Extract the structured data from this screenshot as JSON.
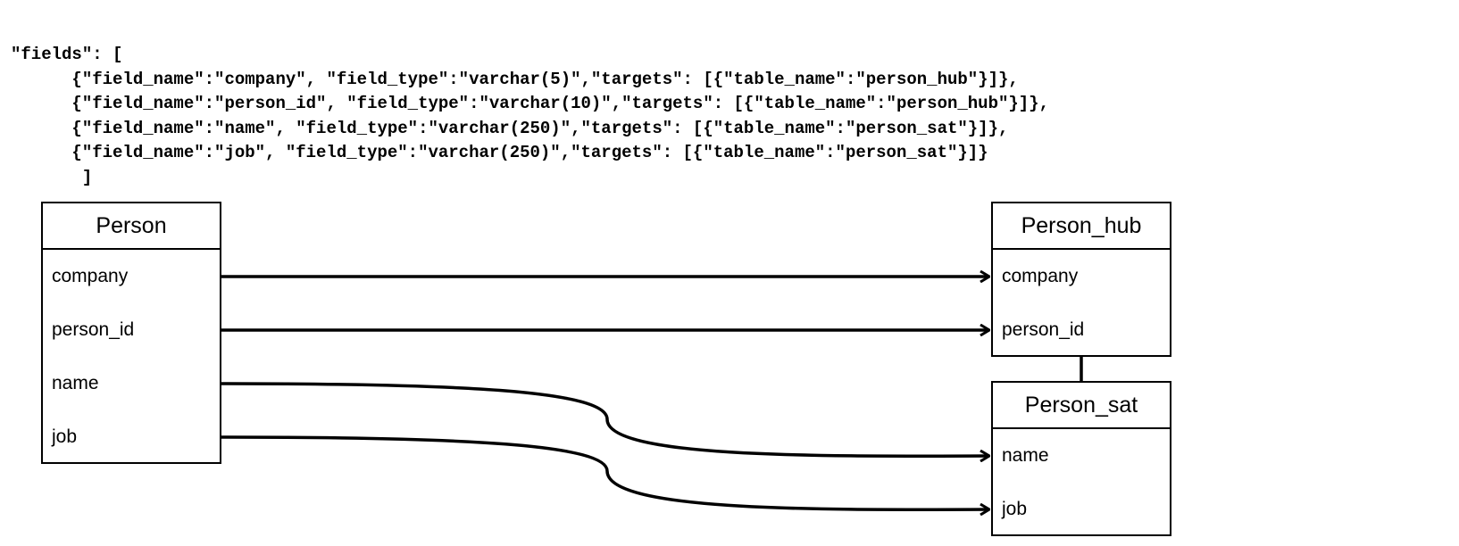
{
  "code_block": {
    "lines": [
      "\"fields\": [",
      "      {\"field_name\":\"company\", \"field_type\":\"varchar(5)\",\"targets\": [{\"table_name\":\"person_hub\"}]},",
      "      {\"field_name\":\"person_id\", \"field_type\":\"varchar(10)\",\"targets\": [{\"table_name\":\"person_hub\"}]},",
      "      {\"field_name\":\"name\", \"field_type\":\"varchar(250)\",\"targets\": [{\"table_name\":\"person_sat\"}]},",
      "      {\"field_name\":\"job\", \"field_type\":\"varchar(250)\",\"targets\": [{\"table_name\":\"person_sat\"}]}",
      "       ]"
    ]
  },
  "tables": {
    "person": {
      "title": "Person",
      "fields": [
        "company",
        "person_id",
        "name",
        "job"
      ]
    },
    "person_hub": {
      "title": "Person_hub",
      "fields": [
        "company",
        "person_id"
      ]
    },
    "person_sat": {
      "title": "Person_sat",
      "fields": [
        "name",
        "job"
      ]
    }
  },
  "colors": {
    "line": "#000000",
    "background": "#ffffff"
  }
}
